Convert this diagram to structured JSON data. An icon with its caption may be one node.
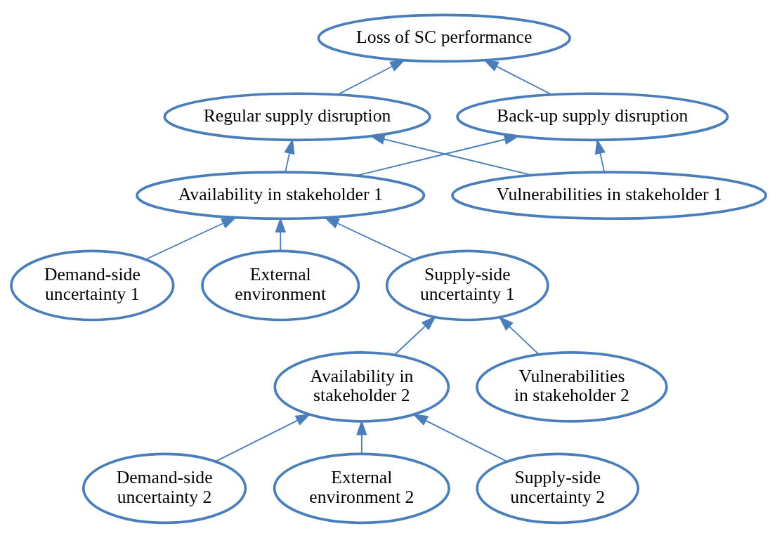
{
  "diagram": {
    "nodes": [
      {
        "text": [
          "Loss of SC performance"
        ]
      },
      {
        "text": [
          "Regular supply disruption"
        ]
      },
      {
        "text": [
          "Back-up supply disruption"
        ]
      },
      {
        "text": [
          "Availability in stakeholder 1"
        ]
      },
      {
        "text": [
          "Vulnerabilities in stakeholder 1"
        ]
      },
      {
        "text": [
          "Demand-side uncertainty 1"
        ]
      },
      {
        "text": [
          "External environment"
        ]
      },
      {
        "text": [
          "Supply-side uncertainty 1"
        ]
      },
      {
        "text": [
          "Availability in stakeholder 2"
        ]
      },
      {
        "text": [
          "Vulnerabilities in stakeholder 2"
        ]
      },
      {
        "text": [
          "Demand-side uncertainty 2"
        ]
      },
      {
        "text": [
          "External environment 2"
        ]
      },
      {
        "text": [
          "Supply-side uncertainty 2"
        ]
      }
    ],
    "edges": [
      {
        "from": 1,
        "to": 0,
        "arrow": "to"
      },
      {
        "from": 2,
        "to": 0,
        "arrow": "to"
      },
      {
        "from": 3,
        "to": 1,
        "arrow": "to"
      },
      {
        "from": 3,
        "to": 2,
        "arrow": "to"
      },
      {
        "from": 4,
        "to": 1,
        "arrow": "to"
      },
      {
        "from": 4,
        "to": 2,
        "arrow": "to"
      },
      {
        "from": 5,
        "to": 3,
        "arrow": "to"
      },
      {
        "from": 6,
        "to": 3,
        "arrow": "to"
      },
      {
        "from": 7,
        "to": 3,
        "arrow": "to"
      },
      {
        "from": 8,
        "to": 7,
        "arrow": "to"
      },
      {
        "from": 9,
        "to": 7,
        "arrow": "to"
      },
      {
        "from": 10,
        "to": 8,
        "arrow": "to"
      },
      {
        "from": 11,
        "to": 8,
        "arrow": "to"
      },
      {
        "from": 12,
        "to": 8,
        "arrow": "to"
      }
    ]
  }
}
